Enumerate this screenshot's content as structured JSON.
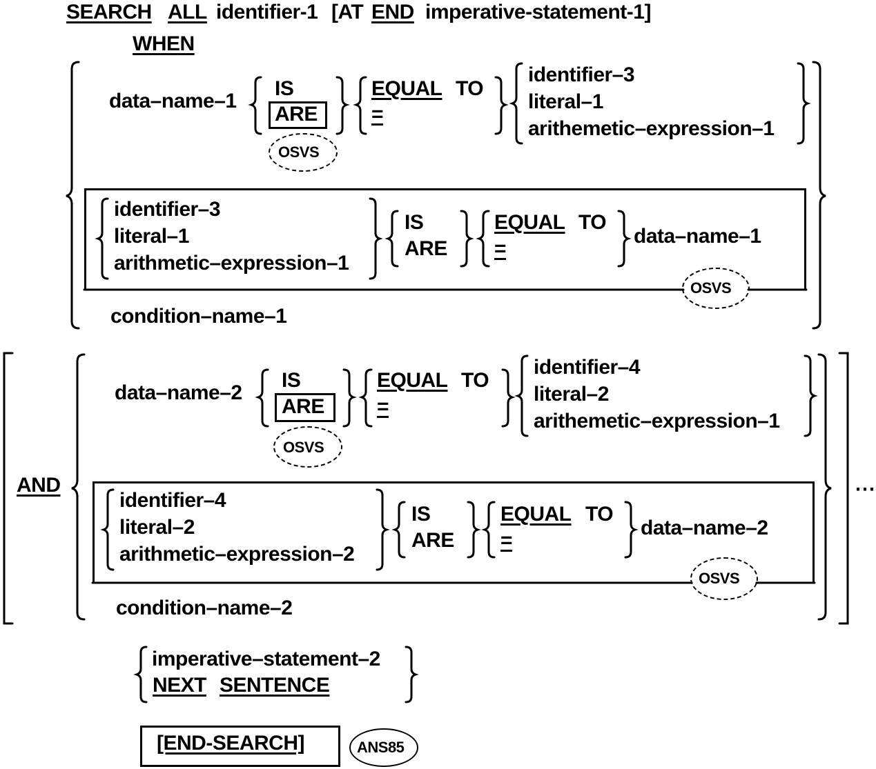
{
  "header": {
    "search": "SEARCH",
    "all": "ALL",
    "identifier": "identifier-1",
    "at_open": "[AT",
    "end": "END",
    "imperative": "imperative-statement-1]",
    "when": "WHEN"
  },
  "clause1": {
    "data_name": "data–name–1",
    "is": "IS",
    "are": "ARE",
    "equal": "EQUAL",
    "to": "TO",
    "eq_sign": "=",
    "operands": [
      "identifier–3",
      "literal–1",
      "arithemetic–expression–1"
    ],
    "osvs": "OSVS",
    "box_operands": [
      "identifier–3",
      "literal–1",
      "arithmetic–expression–1"
    ],
    "box_is": "IS",
    "box_are": "ARE",
    "box_equal": "EQUAL",
    "box_to": "TO",
    "box_eq_sign": "=",
    "box_data_name": "data–name–1",
    "box_osvs": "OSVS",
    "condition_name": "condition–name–1"
  },
  "and_keyword": "AND",
  "clause2": {
    "data_name": "data–name–2",
    "is": "IS",
    "are": "ARE",
    "equal": "EQUAL",
    "to": "TO",
    "eq_sign": "=",
    "operands": [
      "identifier–4",
      "literal–2",
      "arithemetic–expression–1"
    ],
    "osvs": "OSVS",
    "box_operands": [
      "identifier–4",
      "literal–2",
      "arithmetic–expression–2"
    ],
    "box_is": "IS",
    "box_are": "ARE",
    "box_equal": "EQUAL",
    "box_to": "TO",
    "box_eq_sign": "=",
    "box_data_name": "data–name–2",
    "box_osvs": "OSVS",
    "condition_name": "condition–name–2"
  },
  "ellipsis": "⋯",
  "final": {
    "imperative": "imperative–statement–2",
    "next": "NEXT",
    "sentence": "SENTENCE",
    "end_search": "[END-SEARCH]",
    "ans85": "ANS85"
  }
}
